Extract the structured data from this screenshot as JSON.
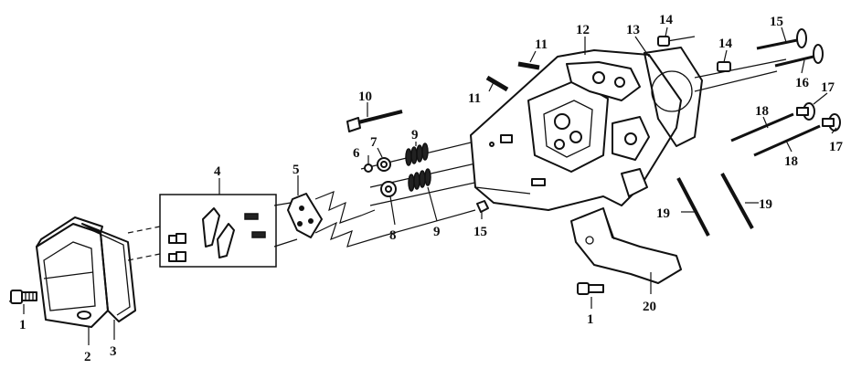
{
  "diagram": {
    "callouts": [
      {
        "id": "c1a",
        "text": "1"
      },
      {
        "id": "c2",
        "text": "2"
      },
      {
        "id": "c3",
        "text": "3"
      },
      {
        "id": "c4",
        "text": "4"
      },
      {
        "id": "c5",
        "text": "5"
      },
      {
        "id": "c6",
        "text": "6"
      },
      {
        "id": "c7",
        "text": "7"
      },
      {
        "id": "c8",
        "text": "8"
      },
      {
        "id": "c9a",
        "text": "9"
      },
      {
        "id": "c9b",
        "text": "9"
      },
      {
        "id": "c10",
        "text": "10"
      },
      {
        "id": "c11a",
        "text": "11"
      },
      {
        "id": "c11b",
        "text": "11"
      },
      {
        "id": "c12",
        "text": "12"
      },
      {
        "id": "c13",
        "text": "13"
      },
      {
        "id": "c14a",
        "text": "14"
      },
      {
        "id": "c14b",
        "text": "14"
      },
      {
        "id": "c15a",
        "text": "15"
      },
      {
        "id": "c15b",
        "text": "15"
      },
      {
        "id": "c16",
        "text": "16"
      },
      {
        "id": "c17a",
        "text": "17"
      },
      {
        "id": "c17b",
        "text": "17"
      },
      {
        "id": "c18a",
        "text": "18"
      },
      {
        "id": "c18b",
        "text": "18"
      },
      {
        "id": "c19a",
        "text": "19"
      },
      {
        "id": "c19b",
        "text": "19"
      },
      {
        "id": "c1b",
        "text": "1"
      },
      {
        "id": "c20",
        "text": "20"
      }
    ]
  }
}
